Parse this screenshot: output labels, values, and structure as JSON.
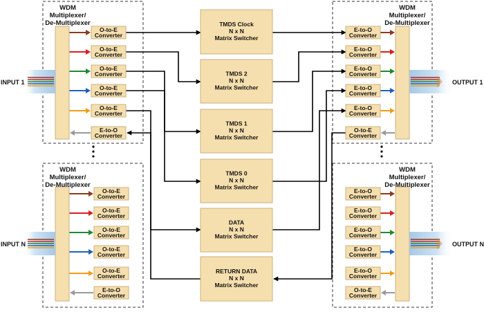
{
  "colors": {
    "box_fill": "#f6dfae",
    "box_stroke": "#c9b080",
    "dashed_border": "#333333",
    "wire": "#000000",
    "return_arrow": "#9a9a9a",
    "beam_colors": [
      "#8b3a1a",
      "#d42020",
      "#1f8a2f",
      "#2060b8",
      "#f39c12"
    ]
  },
  "wdm_label": [
    "WDM",
    "Multiplexer/",
    "De-Multiplexer"
  ],
  "inputs": {
    "input_1": "INPUT 1",
    "input_n": "INPUT N"
  },
  "outputs": {
    "output_1": "OUTPUT 1",
    "output_n": "OUTPUT N"
  },
  "converters": {
    "oe": [
      "O-to-E",
      "Converter"
    ],
    "eo": [
      "E-to-O",
      "Converter"
    ]
  },
  "switchers": [
    {
      "lines": [
        "TMDS Clock",
        "N x N",
        "Matrix Switcher"
      ]
    },
    {
      "lines": [
        "TMDS 2",
        "N x N",
        "Matrix Switcher"
      ]
    },
    {
      "lines": [
        "TMDS 1",
        "N x N",
        "Matrix Switcher"
      ]
    },
    {
      "lines": [
        "TMDS 0",
        "N x N",
        "Matrix Switcher"
      ]
    },
    {
      "lines": [
        "DATA",
        "N x N",
        "Matrix Switcher"
      ]
    },
    {
      "lines": [
        "RETURN DATA",
        "N x N",
        "Matrix Switcher"
      ]
    }
  ],
  "ellipsis_icon": "vertical-ellipsis"
}
